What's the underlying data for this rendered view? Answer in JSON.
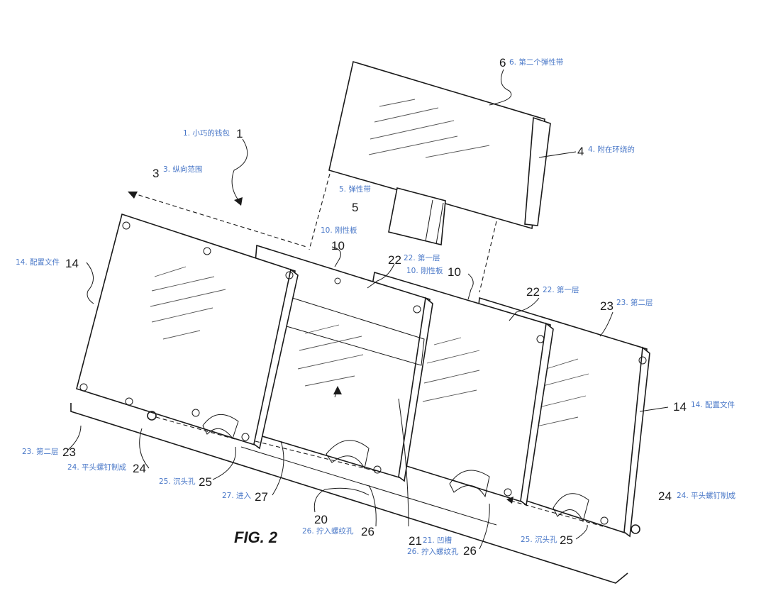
{
  "figure": {
    "caption": "FIG. 2"
  },
  "labels": {
    "l1": {
      "num": "1",
      "cn": "1. 小巧的钱包"
    },
    "l3": {
      "num": "3",
      "cn": "3. 纵向范围"
    },
    "l4": {
      "num": "4",
      "cn": "4. 附在环绕的"
    },
    "l5": {
      "num": "5",
      "cn": "5. 弹性带"
    },
    "l6": {
      "num": "6",
      "cn": "6. 第二个弹性带"
    },
    "l10a": {
      "num": "10",
      "cn": "10. 刚性板"
    },
    "l10b": {
      "num": "10",
      "cn": "10. 刚性板"
    },
    "l14a": {
      "num": "14",
      "cn": "14. 配置文件"
    },
    "l14b": {
      "num": "14",
      "cn": "14. 配置文件"
    },
    "l20": {
      "num": "20"
    },
    "l21": {
      "num": "21",
      "cn": "21. 凹槽"
    },
    "l22a": {
      "num": "22",
      "cn": "22. 第一层"
    },
    "l22b": {
      "num": "22",
      "cn": "22. 第一层"
    },
    "l23a": {
      "num": "23",
      "cn": "23. 第二层"
    },
    "l23b": {
      "num": "23",
      "cn": "23. 第二层"
    },
    "l24a": {
      "num": "24",
      "cn": "24. 平头螺钉制成"
    },
    "l24b": {
      "num": "24",
      "cn": "24. 平头螺钉制成"
    },
    "l25a": {
      "num": "25",
      "cn": "25. 沉头孔"
    },
    "l25b": {
      "num": "25",
      "cn": "25. 沉头孔"
    },
    "l26a": {
      "num": "26",
      "cn": "26. 拧入螺纹孔"
    },
    "l26b": {
      "num": "26",
      "cn": "26. 拧入螺纹孔"
    },
    "l27": {
      "num": "27",
      "cn": "27. 进入"
    }
  }
}
